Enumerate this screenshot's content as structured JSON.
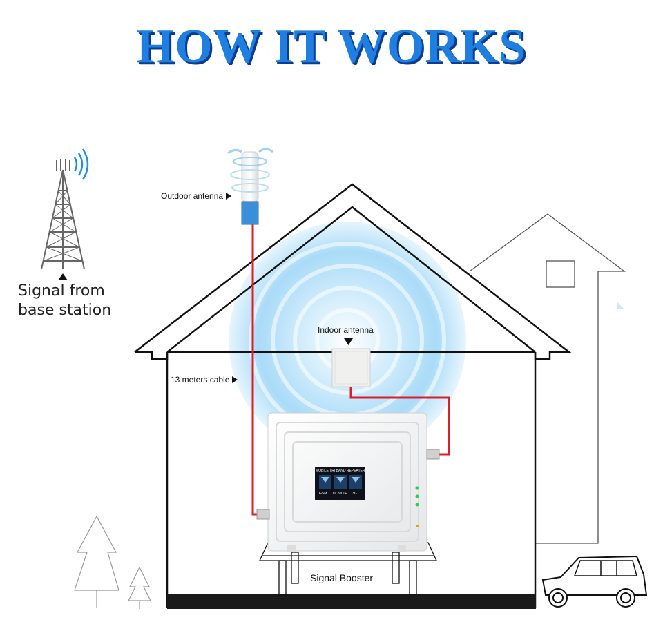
{
  "title": "HOW IT WORKS",
  "labels": {
    "signal_from": "Signal from",
    "base_station": "base station",
    "outdoor_antenna": "Outdoor antenna",
    "indoor_antenna": "Indoor antenna",
    "cable": "13 meters cable",
    "signal_booster": "Signal Booster"
  },
  "booster_screen": {
    "heading": "MOBILE TRI BAND REPEATER",
    "bands": [
      "GSM",
      "DCS/LTE",
      "3G"
    ]
  },
  "colors": {
    "title": "#1e7fe0",
    "title_shadow": "#0a3d91",
    "cable": "#d8202a",
    "signal_glow": "#8fd0f5",
    "outline": "#111111"
  },
  "icons": [
    "cell-tower-icon",
    "signal-wave-icon",
    "tree-icon",
    "car-icon"
  ]
}
